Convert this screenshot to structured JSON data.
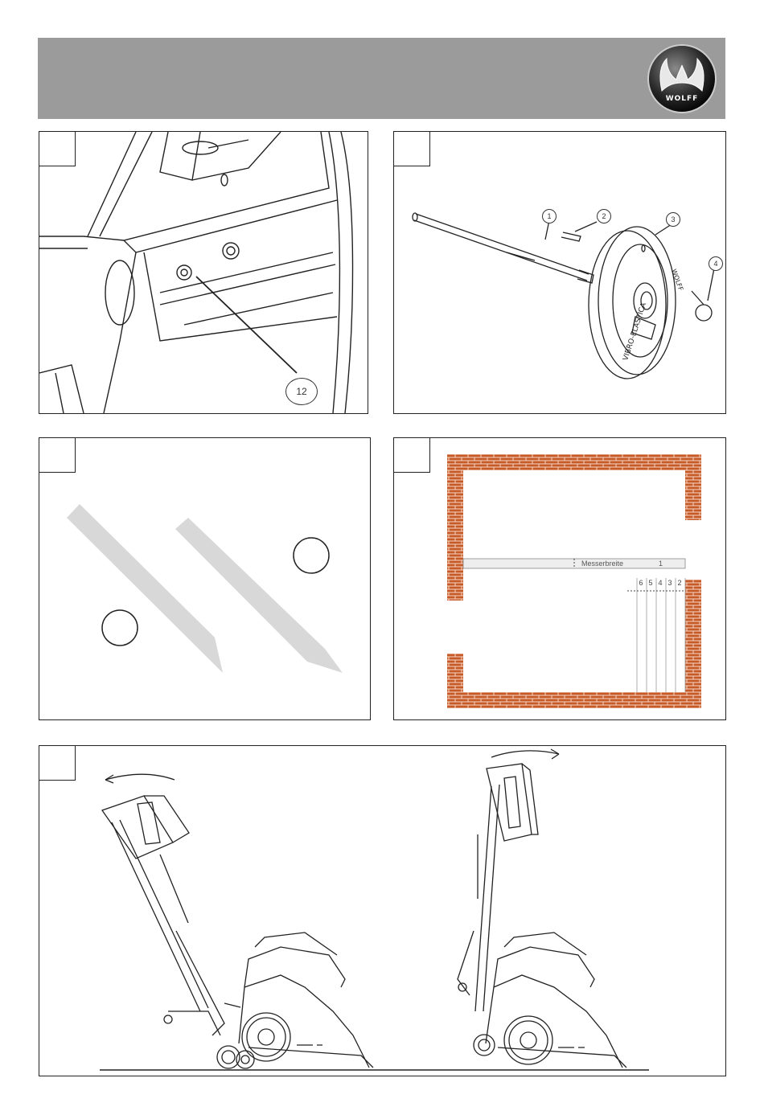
{
  "header": {
    "logo": {
      "icon": "wolff-logo-icon",
      "text": "WOLFF"
    },
    "color": "#9b9b9b"
  },
  "panels": {
    "top_left": {
      "callout": "12"
    },
    "top_right": {
      "callouts": [
        "1",
        "2",
        "3",
        "4"
      ],
      "wheel_text": [
        "VIBRO-ELASTICA",
        "WOLFF"
      ]
    },
    "middle_right": {
      "label": "Messerbreite",
      "label_num": "1",
      "ruler": [
        "6",
        "5",
        "4",
        "3",
        "2"
      ],
      "brick_color": "#c85a28"
    }
  }
}
